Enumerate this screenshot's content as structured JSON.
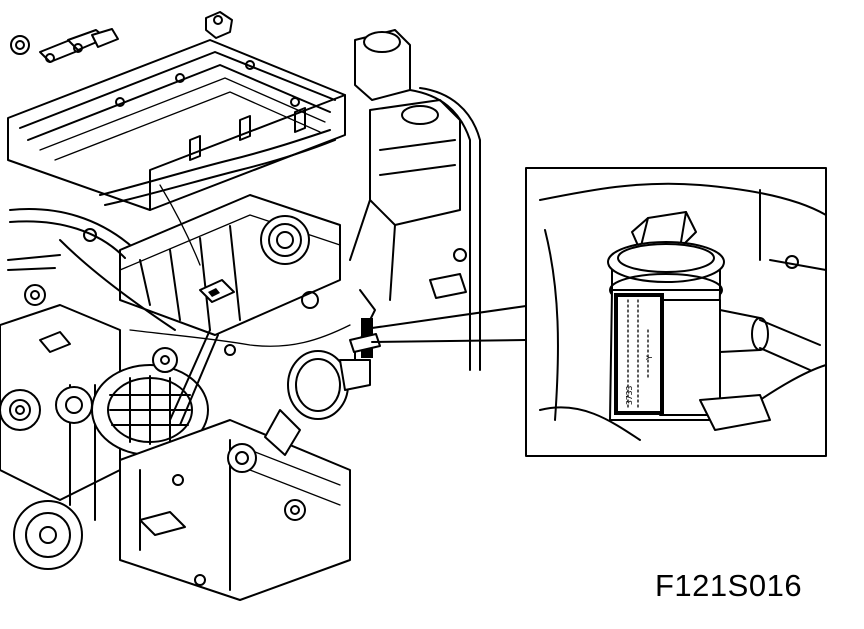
{
  "figure_id": "F121S016",
  "label_text": {
    "line1": "3733",
    "line2": "Y"
  }
}
